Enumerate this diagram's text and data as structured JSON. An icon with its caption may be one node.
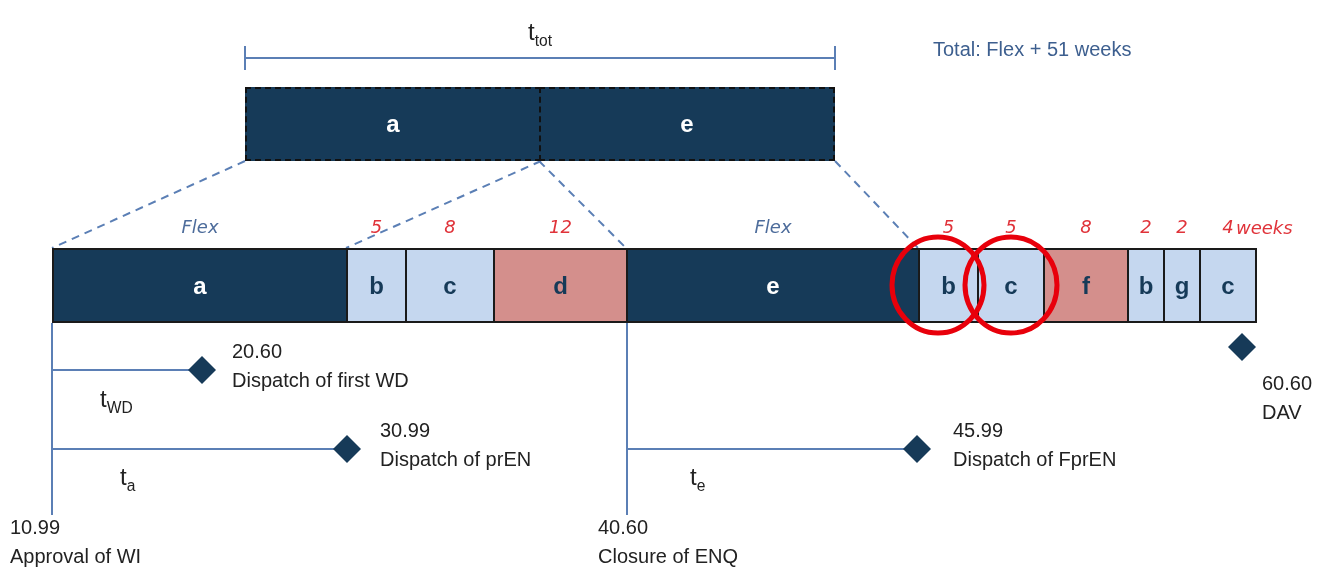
{
  "diagram": {
    "nodes": [
      {
        "text": [
          "a"
        ]
      },
      {
        "text": [
          "e"
        ]
      },
      {
        "text": [
          "a"
        ],
        "beside": [
          "Flex"
        ]
      },
      {
        "text": [
          "b"
        ],
        "beside": [
          "5"
        ]
      },
      {
        "text": [
          "c"
        ],
        "beside": [
          "8"
        ]
      },
      {
        "text": [
          "d"
        ],
        "beside": [
          "12"
        ]
      },
      {
        "text": [
          "e"
        ],
        "beside": [
          "Flex"
        ]
      },
      {
        "text": [
          "b"
        ],
        "beside": [
          "5"
        ]
      },
      {
        "text": [
          "c"
        ],
        "beside": [
          "5"
        ]
      },
      {
        "text": [
          "f"
        ],
        "beside": [
          "8"
        ]
      },
      {
        "text": [
          "b"
        ],
        "beside": [
          "2"
        ]
      },
      {
        "text": [
          "g"
        ],
        "beside": [
          "2"
        ]
      },
      {
        "text": [
          "c"
        ],
        "beside": [
          "4"
        ]
      },
      {
        "text": [],
        "shape": "diamond",
        "beside": [
          "20.60",
          "Dispatch of first WD"
        ]
      },
      {
        "text": [],
        "shape": "diamond",
        "beside": [
          "30.99",
          "Dispatch of prEN"
        ]
      },
      {
        "text": [],
        "shape": "diamond",
        "beside": [
          "45.99",
          "Dispatch of FprEN"
        ]
      },
      {
        "text": [],
        "shape": "diamond",
        "beside": [
          "60.60",
          "DAV"
        ]
      }
    ],
    "edges": [
      {
        "from": 0,
        "to": 2,
        "arrow": "none",
        "style": "dashed"
      },
      {
        "from": 0,
        "to": 3,
        "arrow": "none",
        "style": "dashed"
      },
      {
        "from": 1,
        "to": 6,
        "arrow": "none",
        "style": "dashed"
      },
      {
        "from": 1,
        "to": 7,
        "arrow": "none",
        "style": "dashed"
      }
    ],
    "labels": [
      "t$_{tot}$",
      "Total: Flex + 51 weeks",
      "weeks",
      "t$_{WD}$",
      "t$_{a}$",
      "t$_{e}$",
      "10.99",
      "Approval of WI",
      "40.60",
      "Closure of ENQ"
    ]
  }
}
